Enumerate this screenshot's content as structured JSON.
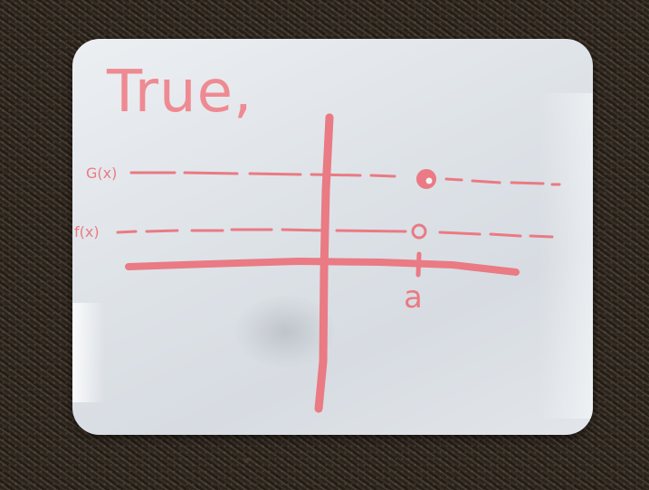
{
  "board": {
    "title": "True,",
    "upper_function_label": "G(x)",
    "lower_function_label": "f(x)",
    "point_label": "a"
  },
  "colors": {
    "ink": "#ea7a83",
    "board": "#e3e7eb",
    "background": "#2b241d"
  }
}
